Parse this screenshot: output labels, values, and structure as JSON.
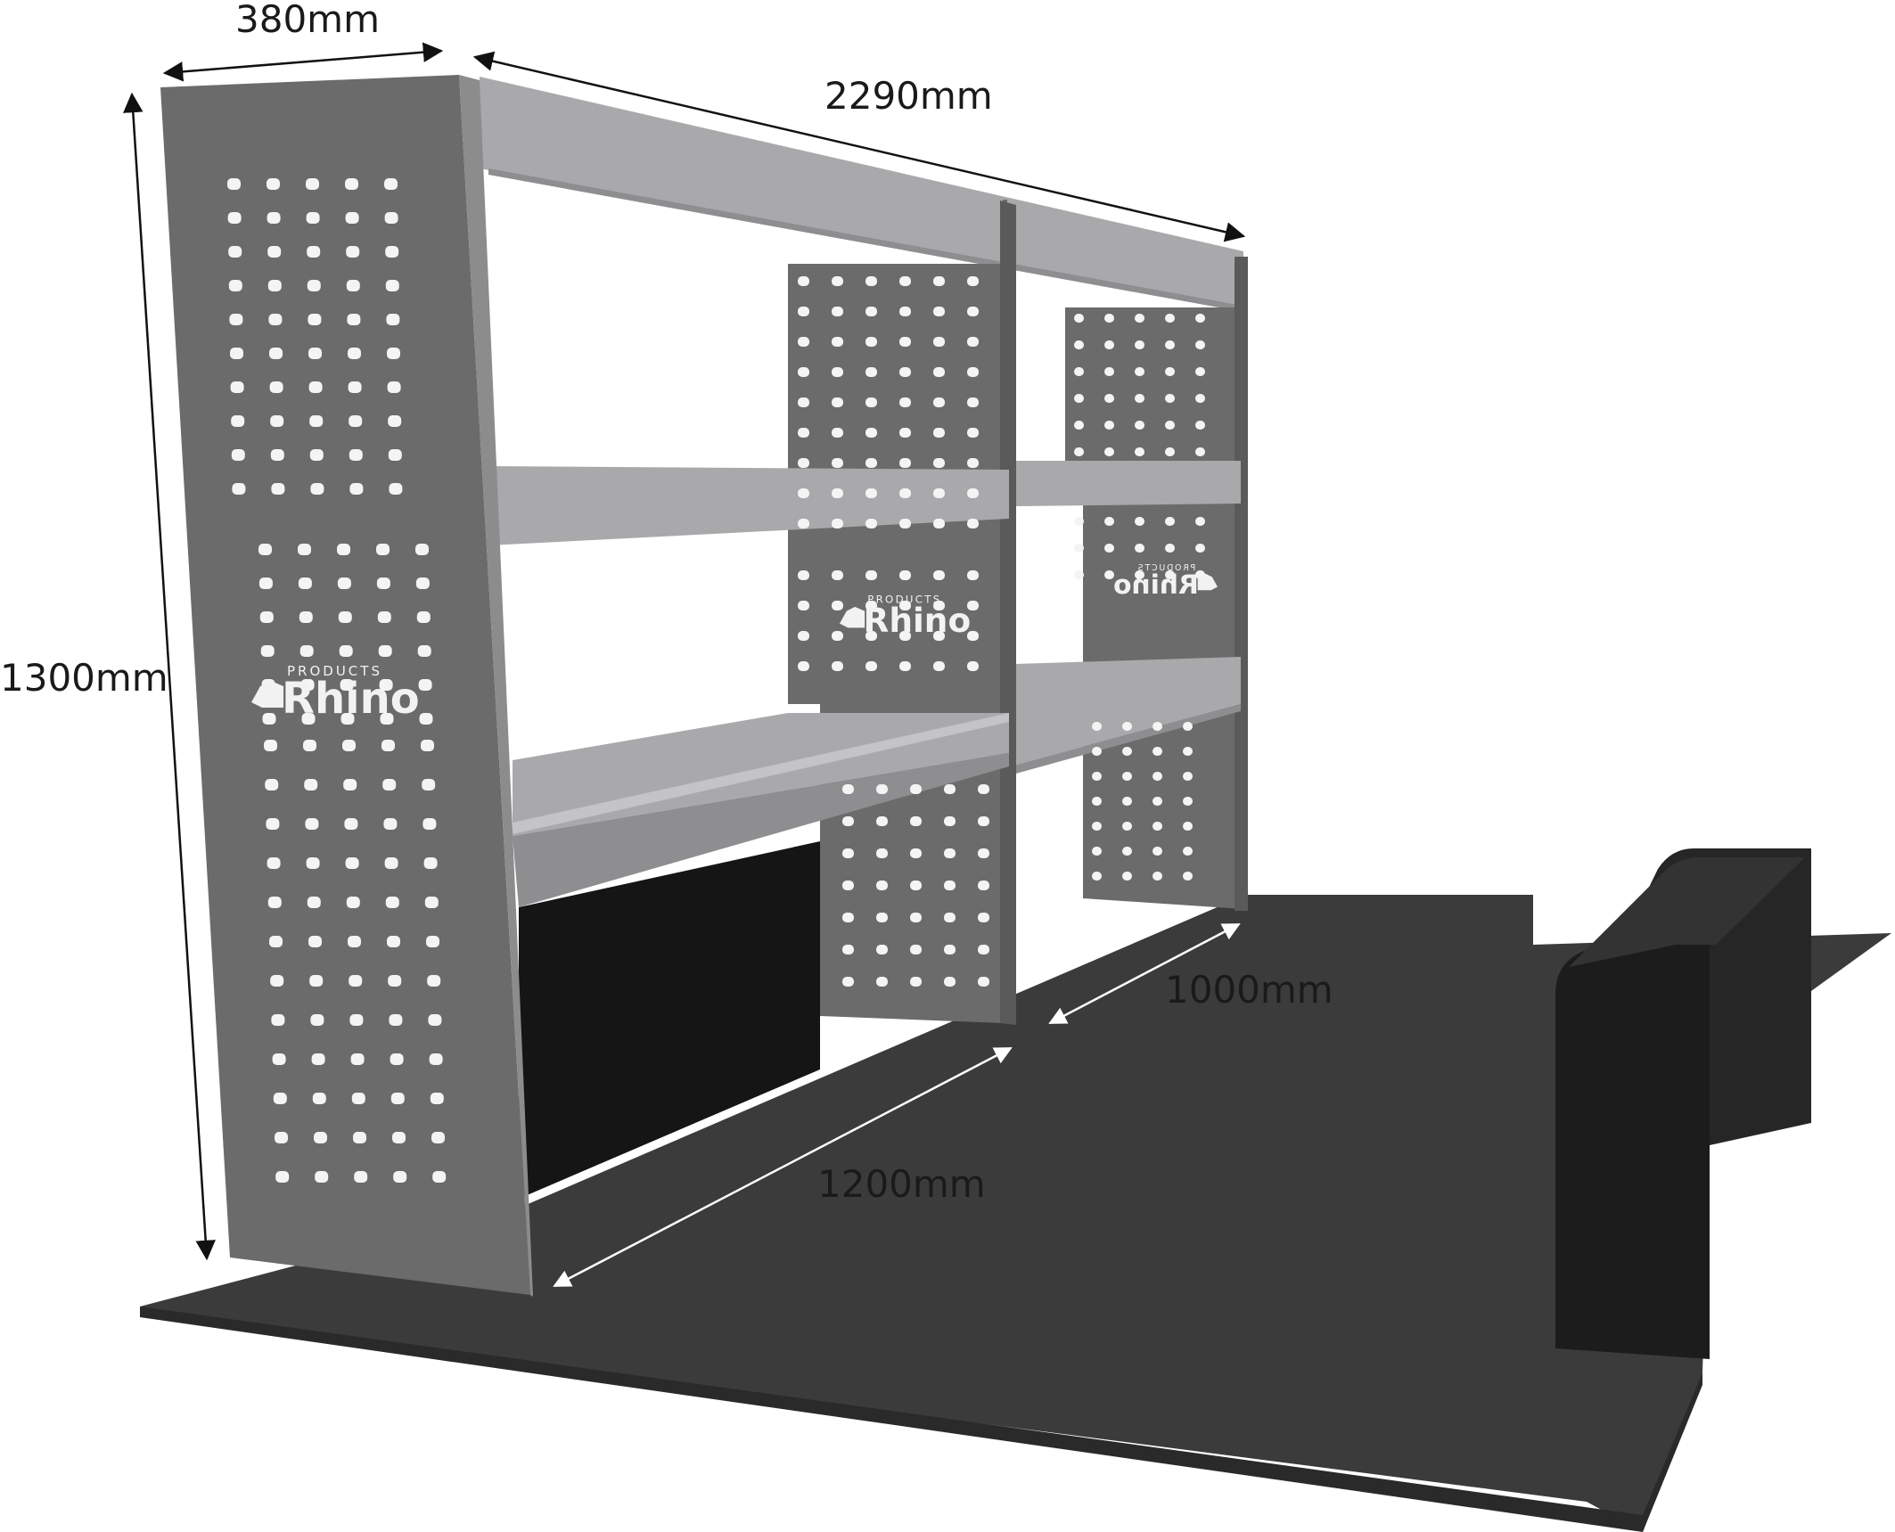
{
  "dimensions": {
    "depth": "380mm",
    "length": "2290mm",
    "height": "1300mm",
    "rear_depth": "1000mm",
    "front_depth": "1200mm"
  },
  "logo": {
    "brand": "Rhino",
    "sub": "PRODUCTS"
  },
  "colors": {
    "panel": "#6b6b6b",
    "panel_edge": "#8c8c8c",
    "shelf": "#a9a9ab",
    "shelf_dark": "#8e8e90",
    "floor": "#3b3b3b",
    "floor_edge": "#2a2a2a",
    "wheel_arch": "#1c1c1c",
    "void": "#151515"
  }
}
